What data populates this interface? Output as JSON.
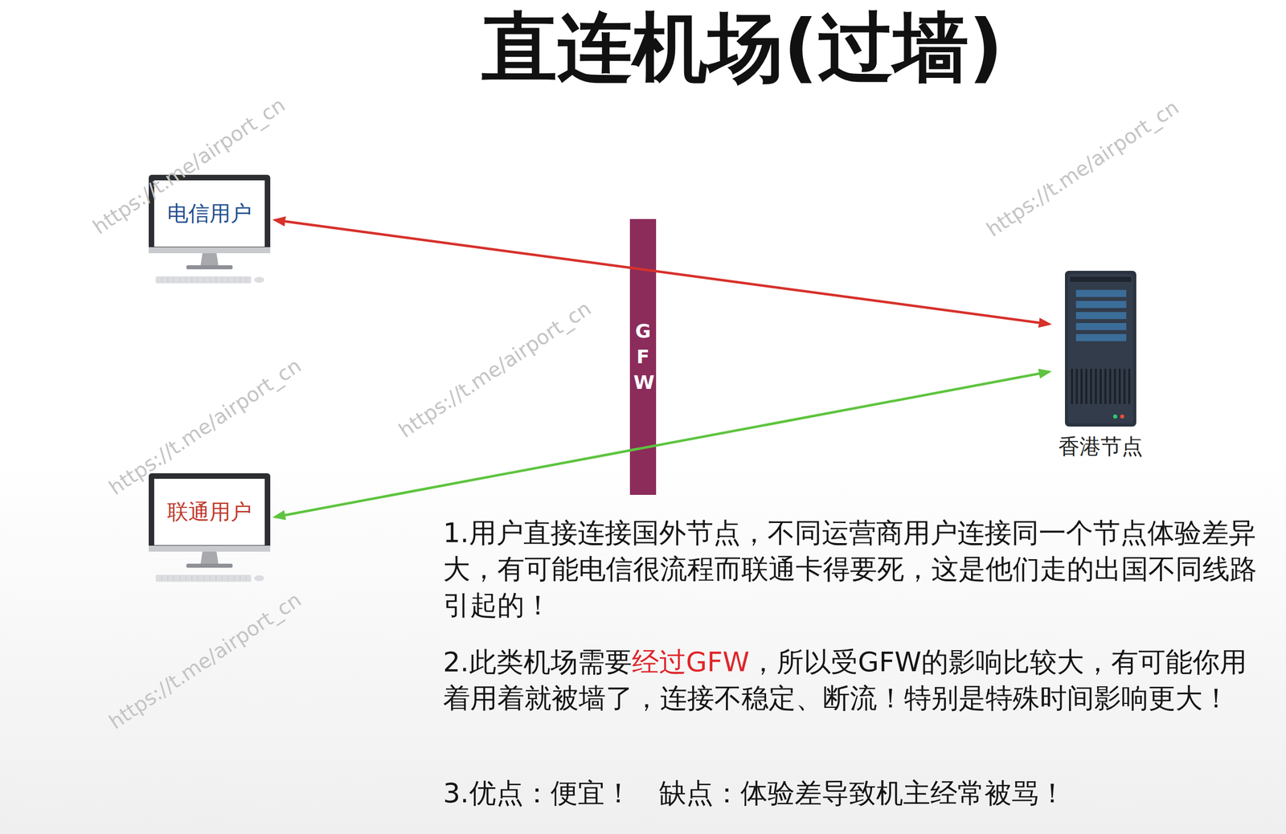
{
  "diagram": {
    "title": "直连机场(过墙)",
    "nodes": [
      {
        "text": [
          "电信用户"
        ]
      },
      {
        "text": [
          "GFW"
        ]
      },
      {
        "text": [
          "香港节点"
        ]
      },
      {
        "text": [
          "联通用户"
        ]
      }
    ],
    "edges": [
      {
        "from": 0,
        "to": 2,
        "arrow": "both"
      },
      {
        "from": 3,
        "to": 2,
        "arrow": "both"
      }
    ],
    "labels": [
      "1.用户直接连接国外节点，不同运营商用户连接同一个节点体验差异大，有可能电信很流程而联通卡得要死，这是他们走的出国不同线路引起的！",
      "2.此类机场需要",
      "经过GFW",
      "，所以受GFW的影响比较大，有可能你用着用着就被墙了，连接不稳定、断流！特别是特殊时间影响更大！",
      "3.优点：便宜！　缺点：体验差导致机主经常被骂！",
      "https://t.me/airport_cn",
      "https://t.me/airport_cn",
      "https://t.me/airport_cn",
      "https://t.me/airport_cn",
      "https://t.me/airport_cn"
    ]
  }
}
